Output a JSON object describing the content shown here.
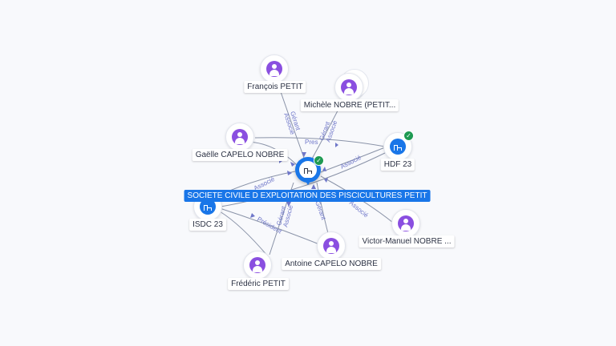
{
  "center": {
    "name": "SOCIETE CIVILE D EXPLOITATION DES PISCICULTURES PETIT",
    "type": "company",
    "verified": true,
    "icon": "building-icon"
  },
  "nodes": [
    {
      "id": "francois",
      "name": "François PETIT",
      "type": "person",
      "icon": "person-icon"
    },
    {
      "id": "michele",
      "name": "Michèle NOBRE (PETIT...",
      "type": "person",
      "icon": "person-icon",
      "stacked": true
    },
    {
      "id": "gaelle",
      "name": "Gaëlle CAPELO NOBRE",
      "type": "person",
      "icon": "person-icon"
    },
    {
      "id": "hdf",
      "name": "HDF 23",
      "type": "company",
      "icon": "building-icon",
      "verified": true
    },
    {
      "id": "isdc",
      "name": "ISDC 23",
      "type": "company",
      "icon": "building-icon",
      "verified": true
    },
    {
      "id": "victor",
      "name": "Victor-Manuel NOBRE ...",
      "type": "person",
      "icon": "person-icon"
    },
    {
      "id": "antoine",
      "name": "Antoine CAPELO NOBRE",
      "type": "person",
      "icon": "person-icon"
    },
    {
      "id": "frederic",
      "name": "Frédéric PETIT",
      "type": "person",
      "icon": "person-icon"
    }
  ],
  "relations": {
    "francois_gerant": "Gérant",
    "francois_associe": "Associé",
    "michele_gerant": "Gérant",
    "michele_associe": "Associé",
    "gaelle_pres": "Pres",
    "hdf_associe": "Associé",
    "isdc_associe": "Associé",
    "antoine_gerant": "Gérant",
    "antoine_associe": "Associé",
    "frederic_president": "Président",
    "victor_associe": "Associé",
    "gerant_side": "Gérant"
  },
  "colors": {
    "person": "#8a4fe0",
    "company": "#1976e8",
    "verified": "#1e9a52",
    "edge": "#8a93a8",
    "relation_label": "#6f77c9"
  }
}
